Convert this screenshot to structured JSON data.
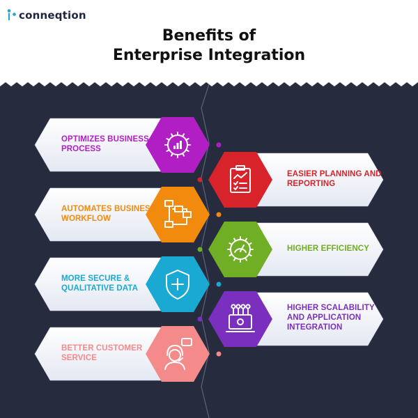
{
  "brand": {
    "name": "conneqtion"
  },
  "title": {
    "line1": "Benefits of",
    "line2": "Enterprise Integration"
  },
  "left_items": [
    {
      "line1": "OPTIMIZES BUSINESS",
      "line2": "PROCESS",
      "color": "#b11fc4",
      "icon": "optimize-gear-chart-icon"
    },
    {
      "line1": "AUTOMATES BUSINESS",
      "line2": "WORKFLOW",
      "color": "#f28a0d",
      "icon": "workflow-flowchart-icon"
    },
    {
      "line1": "MORE SECURE &",
      "line2": "QUALITATIVE DATA",
      "color": "#19a9d2",
      "icon": "shield-plus-icon"
    },
    {
      "line1": "BETTER CUSTOMER",
      "line2": "SERVICE",
      "color": "#f58a8a",
      "icon": "customer-support-icon"
    }
  ],
  "right_items": [
    {
      "line1": "EASIER PLANNING AND",
      "line2": "REPORTING",
      "color": "#d8232b",
      "icon": "clipboard-report-icon"
    },
    {
      "line1": "HIGHER EFFICIENCY",
      "line2": "",
      "color": "#6fae25",
      "icon": "speedometer-gear-icon"
    },
    {
      "line1": "HIGHER SCALABILITY",
      "line2": "AND APPLICATION",
      "line3": "INTEGRATION",
      "color": "#7b2fbe",
      "icon": "laptop-network-icon"
    }
  ],
  "colors": {
    "background_dark": "#262b3e",
    "card_light": "#f3f5fa"
  }
}
